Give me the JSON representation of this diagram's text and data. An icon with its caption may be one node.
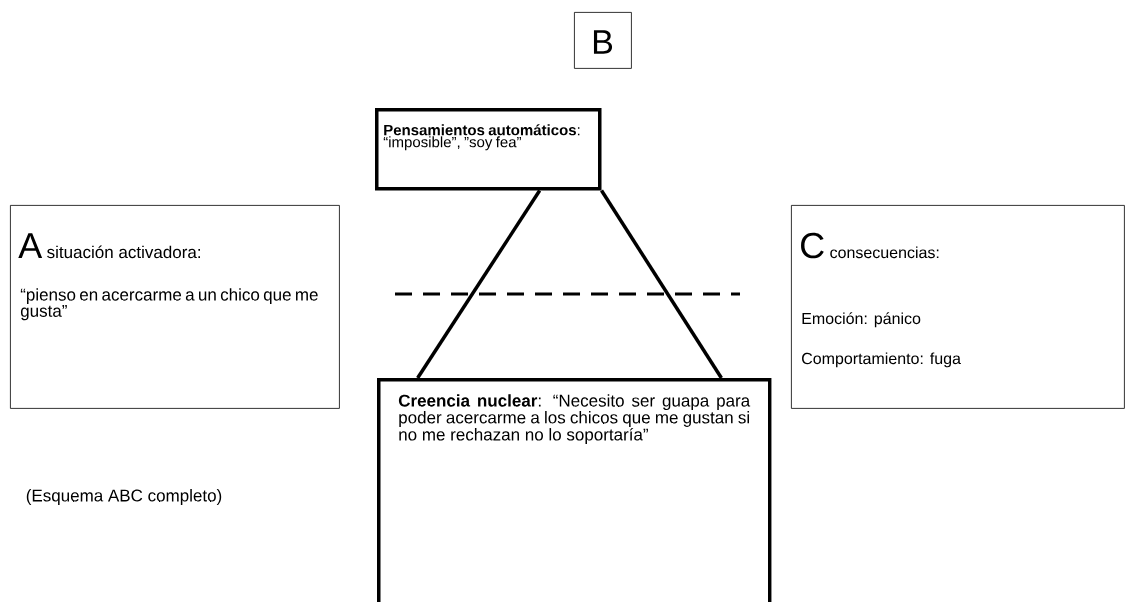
{
  "diagram": {
    "nodes": [
      {
        "text": [
          "B"
        ]
      },
      {
        "text": [
          "**Pensamientos automáticos**: “imposible”, ”soy fea”"
        ]
      },
      {
        "text": [
          "A",
          "situación activadora:",
          "“pienso en acercarme a un chico que me gusta”"
        ]
      },
      {
        "text": [
          "C",
          "consecuencias:",
          "Emoción: pánico",
          "Comportamiento: fuga"
        ]
      },
      {
        "text": [
          "**Creencia nuclear**: “Necesito ser guapa para poder acercarme a los chicos que me gustan si no me rechazan no lo soportaría”"
        ]
      }
    ],
    "edges": [
      {
        "from": 4,
        "to": 1,
        "arrow": "none"
      },
      {
        "from": 4,
        "to": 1,
        "arrow": "none"
      }
    ],
    "labels": [
      "(Esquema ABC completo)"
    ]
  }
}
